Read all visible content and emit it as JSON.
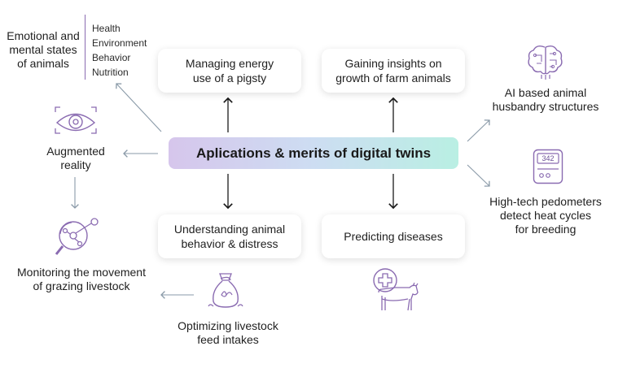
{
  "center": {
    "title": "Aplications & merits of digital twins"
  },
  "cards": {
    "energy": "Managing energy\nuse of a pigsty",
    "growth": "Gaining insights on\ngrowth of farm animals",
    "behavior": "Understanding animal\nbehavior & distress",
    "diseases": "Predicting diseases"
  },
  "labels": {
    "emotional": "Emotional and\nmental states\nof animals",
    "augmented": "Augmented\nreality",
    "monitoring": "Monitoring the movement\nof grazing livestock",
    "feed": "Optimizing livestock\nfeed intakes",
    "ai": "AI based animal\nhusbandry structures",
    "pedometer": "High-tech pedometers\ndetect heat cycles\nfor breeding",
    "pedometer_display": "342"
  },
  "emotional_list": [
    "Health",
    "Environment",
    "Behavior",
    "Nutrition"
  ],
  "icons": {
    "eye": "eye-icon",
    "magnifier": "magnifier-network-icon",
    "feed_bag": "feed-bag-icon",
    "cow": "cow-medical-icon",
    "brain": "brain-circuit-icon",
    "pedometer": "pedometer-icon"
  },
  "colors": {
    "icon_purple": "#8a6bb1",
    "arrow_gray": "#8a9aa8",
    "arrow_black": "#1a1a1a",
    "gradient_start": "#d6c6ec",
    "gradient_end": "#b9efe3"
  }
}
